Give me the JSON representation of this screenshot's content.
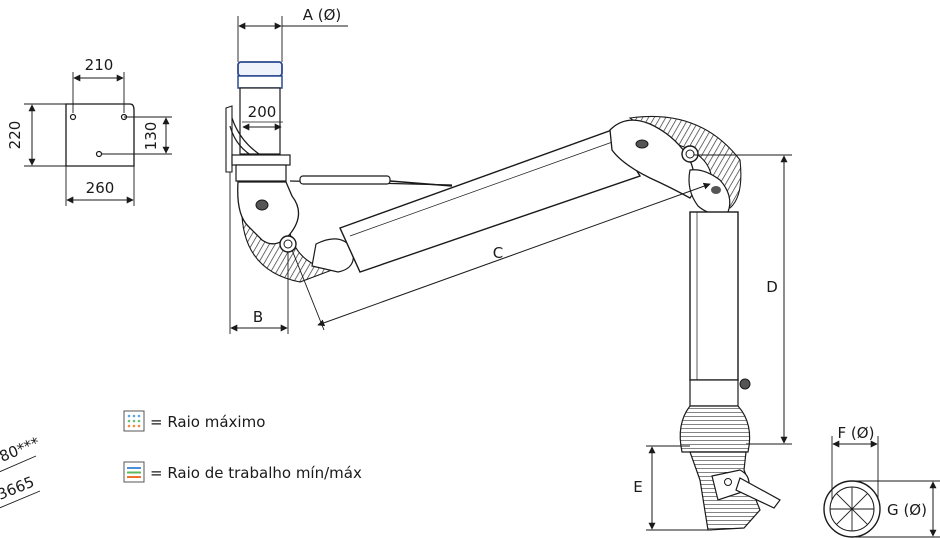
{
  "bracket": {
    "top_width": "210",
    "upper_height": "220",
    "inner_height": "130",
    "bottom_width": "260"
  },
  "arm": {
    "duct_diameter": "A (Ø)",
    "flange_width": "200",
    "offset": "B",
    "main_arm": "C",
    "drop": "D",
    "hood": "E"
  },
  "hood_detail": {
    "diameter_f": "F (Ø)",
    "diameter_g": "G (Ø)"
  },
  "legend": {
    "max_radius": "= Raio máximo",
    "work_radius": "= Raio de trabalho mín/máx"
  },
  "radius_labels": {
    "outer": "3665",
    "inner": "80***"
  },
  "colors": {
    "dot_blue": "#5aa7e6",
    "dot_green": "#69c07a",
    "dot_orange": "#f08a3c",
    "line_blue": "#4a8fd8",
    "line_green": "#5cb85c",
    "line_orange": "#f07030",
    "flange_blue": "#2b4a8f"
  }
}
